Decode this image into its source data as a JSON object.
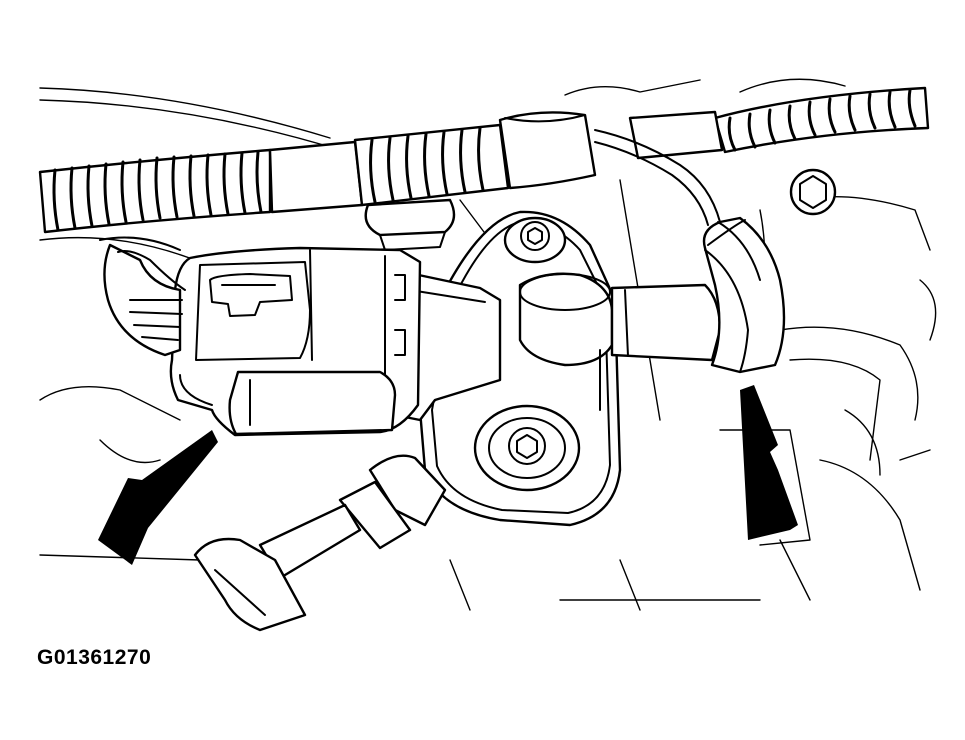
{
  "figure": {
    "id_label": "G01361270",
    "line_color": "#000000",
    "background": "#ffffff"
  },
  "callouts": [
    {
      "name": "arrow-left",
      "target": "electrical-connector"
    },
    {
      "name": "arrow-right",
      "target": "vacuum-hose"
    }
  ]
}
